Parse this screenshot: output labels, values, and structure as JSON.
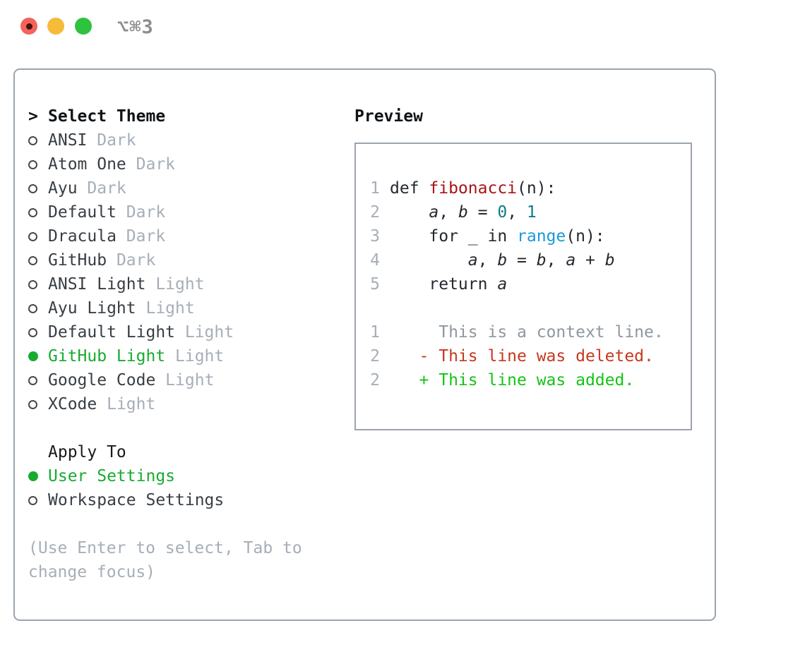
{
  "colors": {
    "accent_green": "#17ab30",
    "diff_add_green": "#14c414",
    "diff_del_red": "#c5381f",
    "func_red": "#a91317",
    "number_teal": "#0e7c83",
    "builtin_blue": "#1a9ad6",
    "code_fg": "#24292f",
    "muted_gray": "#a6aeb8",
    "context_gray": "#8f97a0",
    "item_text": "#383e44",
    "panel_border": "#9ba4ae",
    "traffic_red": "#f2635c",
    "traffic_yellow": "#f5bb3a",
    "traffic_green": "#2ec23e"
  },
  "window": {
    "title": "⌥⌘3"
  },
  "theme_menu": {
    "prompt": ">",
    "title": "Select Theme",
    "items": [
      {
        "name": "ANSI",
        "variant": "Dark",
        "selected": false
      },
      {
        "name": "Atom One",
        "variant": "Dark",
        "selected": false
      },
      {
        "name": "Ayu",
        "variant": "Dark",
        "selected": false
      },
      {
        "name": "Default",
        "variant": "Dark",
        "selected": false
      },
      {
        "name": "Dracula",
        "variant": "Dark",
        "selected": false
      },
      {
        "name": "GitHub",
        "variant": "Dark",
        "selected": false
      },
      {
        "name": "ANSI Light",
        "variant": "Light",
        "selected": false
      },
      {
        "name": "Ayu Light",
        "variant": "Light",
        "selected": false
      },
      {
        "name": "Default Light",
        "variant": "Light",
        "selected": false
      },
      {
        "name": "GitHub Light",
        "variant": "Light",
        "selected": true
      },
      {
        "name": "Google Code",
        "variant": "Light",
        "selected": false
      },
      {
        "name": "XCode",
        "variant": "Light",
        "selected": false
      }
    ]
  },
  "apply_to": {
    "title": "Apply To",
    "options": [
      {
        "label": "User Settings",
        "selected": true
      },
      {
        "label": "Workspace Settings",
        "selected": false
      }
    ]
  },
  "hint": "(Use Enter to select, Tab to change focus)",
  "preview": {
    "title": "Preview",
    "lines": [
      {
        "kind": "code",
        "number": "1",
        "tokens": [
          {
            "t": "def ",
            "c": "fg"
          },
          {
            "t": "fibonacci",
            "c": "func"
          },
          {
            "t": "(n):",
            "c": "fg"
          }
        ]
      },
      {
        "kind": "code",
        "number": "2",
        "tokens": [
          {
            "t": "    ",
            "c": "fg"
          },
          {
            "t": "a",
            "c": "var"
          },
          {
            "t": ", ",
            "c": "fg"
          },
          {
            "t": "b",
            "c": "var"
          },
          {
            "t": " = ",
            "c": "fg"
          },
          {
            "t": "0",
            "c": "num"
          },
          {
            "t": ", ",
            "c": "fg"
          },
          {
            "t": "1",
            "c": "num"
          }
        ]
      },
      {
        "kind": "code",
        "number": "3",
        "tokens": [
          {
            "t": "    for _ in ",
            "c": "fg"
          },
          {
            "t": "range",
            "c": "builtin"
          },
          {
            "t": "(n):",
            "c": "fg"
          }
        ]
      },
      {
        "kind": "code",
        "number": "4",
        "tokens": [
          {
            "t": "        ",
            "c": "fg"
          },
          {
            "t": "a",
            "c": "var"
          },
          {
            "t": ", ",
            "c": "fg"
          },
          {
            "t": "b",
            "c": "var"
          },
          {
            "t": " = ",
            "c": "fg"
          },
          {
            "t": "b",
            "c": "var"
          },
          {
            "t": ", ",
            "c": "fg"
          },
          {
            "t": "a",
            "c": "var"
          },
          {
            "t": " + ",
            "c": "fg"
          },
          {
            "t": "b",
            "c": "var"
          }
        ]
      },
      {
        "kind": "code",
        "number": "5",
        "tokens": [
          {
            "t": "    return ",
            "c": "fg"
          },
          {
            "t": "a",
            "c": "var"
          }
        ]
      },
      {
        "kind": "blank",
        "number": "",
        "tokens": []
      },
      {
        "kind": "diff-context",
        "number": "1",
        "tokens": [
          {
            "t": "     This is a context line.",
            "c": "ctx"
          }
        ]
      },
      {
        "kind": "diff-deleted",
        "number": "2",
        "tokens": [
          {
            "t": "   - This line was deleted.",
            "c": "del"
          }
        ]
      },
      {
        "kind": "diff-added",
        "number": "2",
        "tokens": [
          {
            "t": "   + This line was added.",
            "c": "add"
          }
        ]
      }
    ]
  }
}
